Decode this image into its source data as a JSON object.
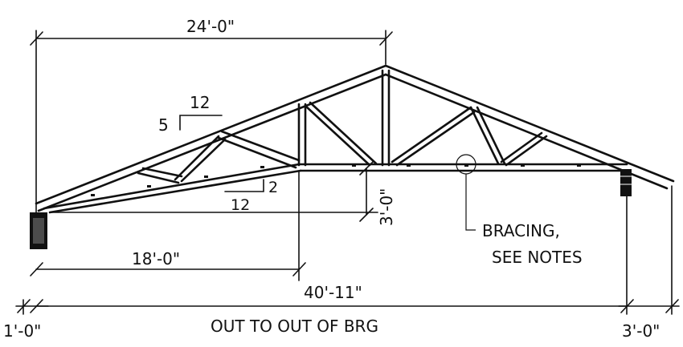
{
  "dimensions": {
    "top_span": "24'-0\"",
    "peak_height": "3'-0\"",
    "left_span": "18'-0\"",
    "overall_span": "40'-11\"",
    "overall_caption": "OUT TO OUT OF BRG",
    "left_overhang": "1'-0\"",
    "right_overhang": "3'-0\""
  },
  "pitch": {
    "top_rise": "5",
    "top_run": "12",
    "bottom_rise": "2",
    "bottom_run": "12"
  },
  "note": {
    "line1": "BRACING,",
    "line2": "SEE NOTES"
  }
}
